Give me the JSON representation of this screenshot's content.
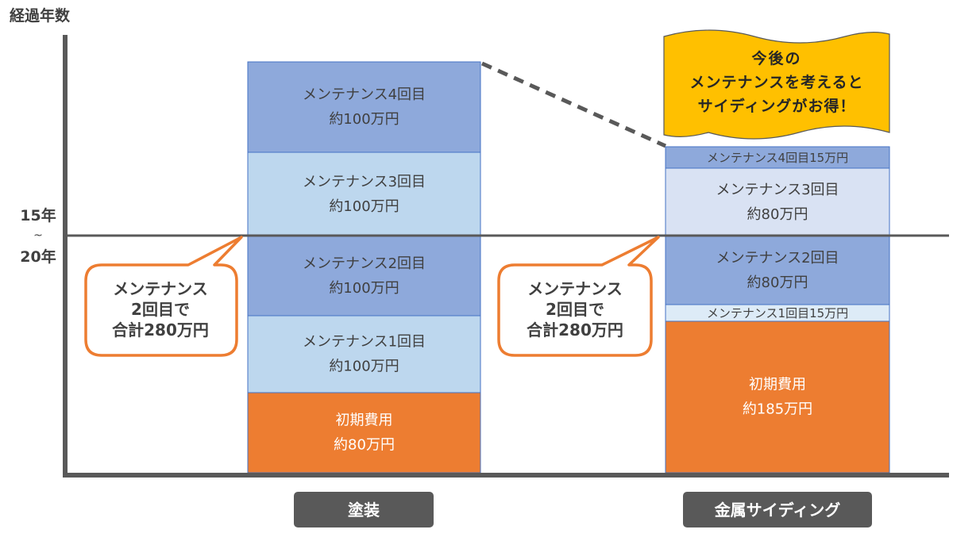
{
  "chart_data": {
    "type": "bar",
    "stacked": true,
    "ylabel": "経過年数",
    "y_marker": {
      "line1": "15年",
      "line2": "~",
      "line3": "20年"
    },
    "grid": false,
    "categories": [
      "塗装",
      "金属サイディング"
    ],
    "stacks": [
      {
        "category": "塗装",
        "segments": [
          {
            "line1": "初期費用",
            "line2": "約80万円",
            "color": "#ED7D31"
          },
          {
            "line1": "メンテナンス1回目",
            "line2": "約100万円",
            "color": "#BDD7EE"
          },
          {
            "line1": "メンテナンス2回目",
            "line2": "約100万円",
            "color": "#8EA9DB"
          },
          {
            "line1": "メンテナンス3回目",
            "line2": "約100万円",
            "color": "#BDD7EE"
          },
          {
            "line1": "メンテナンス4回目",
            "line2": "約100万円",
            "color": "#8EA9DB"
          }
        ]
      },
      {
        "category": "金属サイディング",
        "segments": [
          {
            "line1": "初期費用",
            "line2": "約185万円",
            "color": "#ED7D31"
          },
          {
            "line1": "メンテナンス1回目15万円",
            "line2": "",
            "color": "#DDEBF7"
          },
          {
            "line1": "メンテナンス2回目",
            "line2": "約80万円",
            "color": "#8EA9DB"
          },
          {
            "line1": "メンテナンス3回目",
            "line2": "約80万円",
            "color": "#D9E2F3"
          },
          {
            "line1": "メンテナンス4回目15万円",
            "line2": "",
            "color": "#8EA9DB"
          }
        ]
      }
    ],
    "callouts": [
      {
        "line1": "メンテナンス",
        "line2": "2回目で",
        "line3": "合計280万円"
      },
      {
        "line1": "メンテナンス",
        "line2": "2回目で",
        "line3": "合計280万円"
      }
    ],
    "banner": {
      "line1": "今後の",
      "line2": "メンテナンスを考えると",
      "line3": "サイディングがお得！"
    },
    "colors": {
      "axis": "#595959",
      "callout_border": "#ED7D31",
      "banner_fill": "#FFC000",
      "label_box": "#595959"
    }
  }
}
